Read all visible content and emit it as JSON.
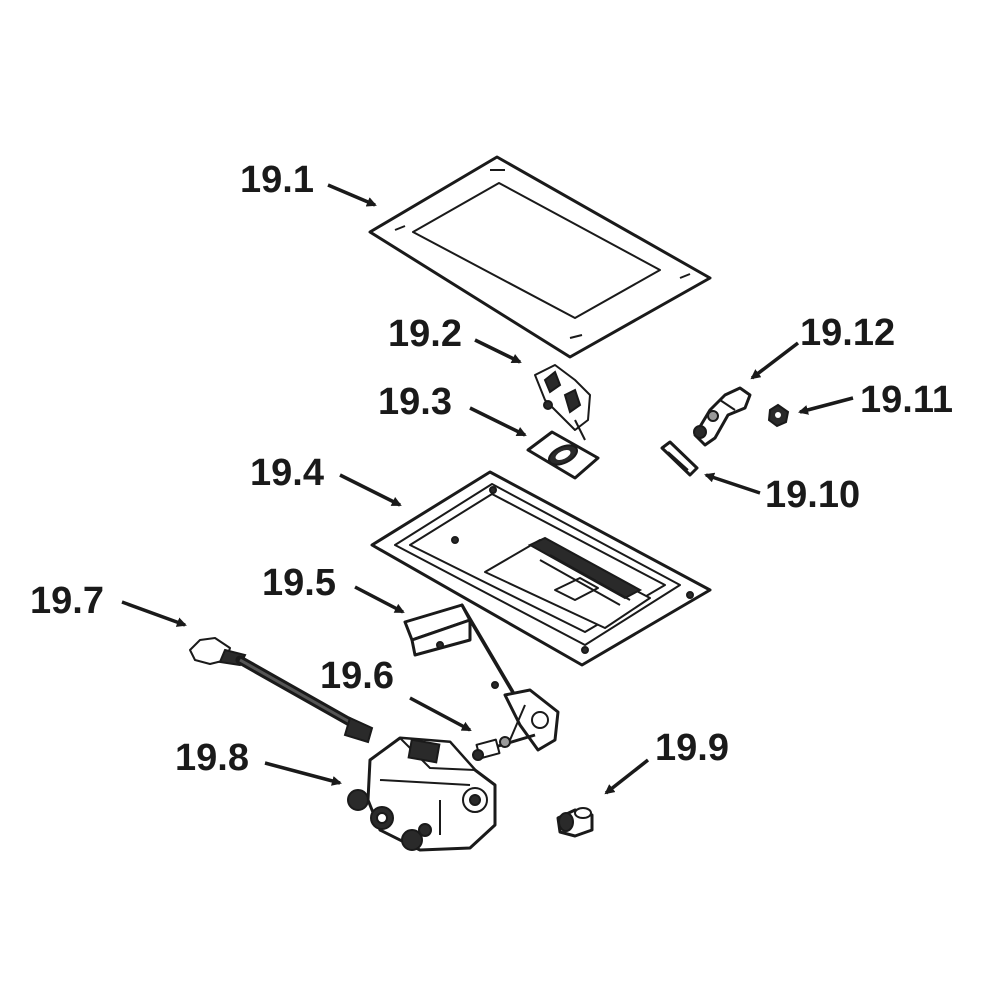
{
  "diagram": {
    "callouts": [
      {
        "id": "19-1",
        "label": "19.1"
      },
      {
        "id": "19-2",
        "label": "19.2"
      },
      {
        "id": "19-3",
        "label": "19.3"
      },
      {
        "id": "19-4",
        "label": "19.4"
      },
      {
        "id": "19-5",
        "label": "19.5"
      },
      {
        "id": "19-6",
        "label": "19.6"
      },
      {
        "id": "19-7",
        "label": "19.7"
      },
      {
        "id": "19-8",
        "label": "19.8"
      },
      {
        "id": "19-9",
        "label": "19.9"
      },
      {
        "id": "19-10",
        "label": "19.10"
      },
      {
        "id": "19-11",
        "label": "19.11"
      },
      {
        "id": "19-12",
        "label": "19.12"
      }
    ],
    "colors": {
      "ink": "#1a1a1a",
      "background": "#ffffff"
    }
  }
}
